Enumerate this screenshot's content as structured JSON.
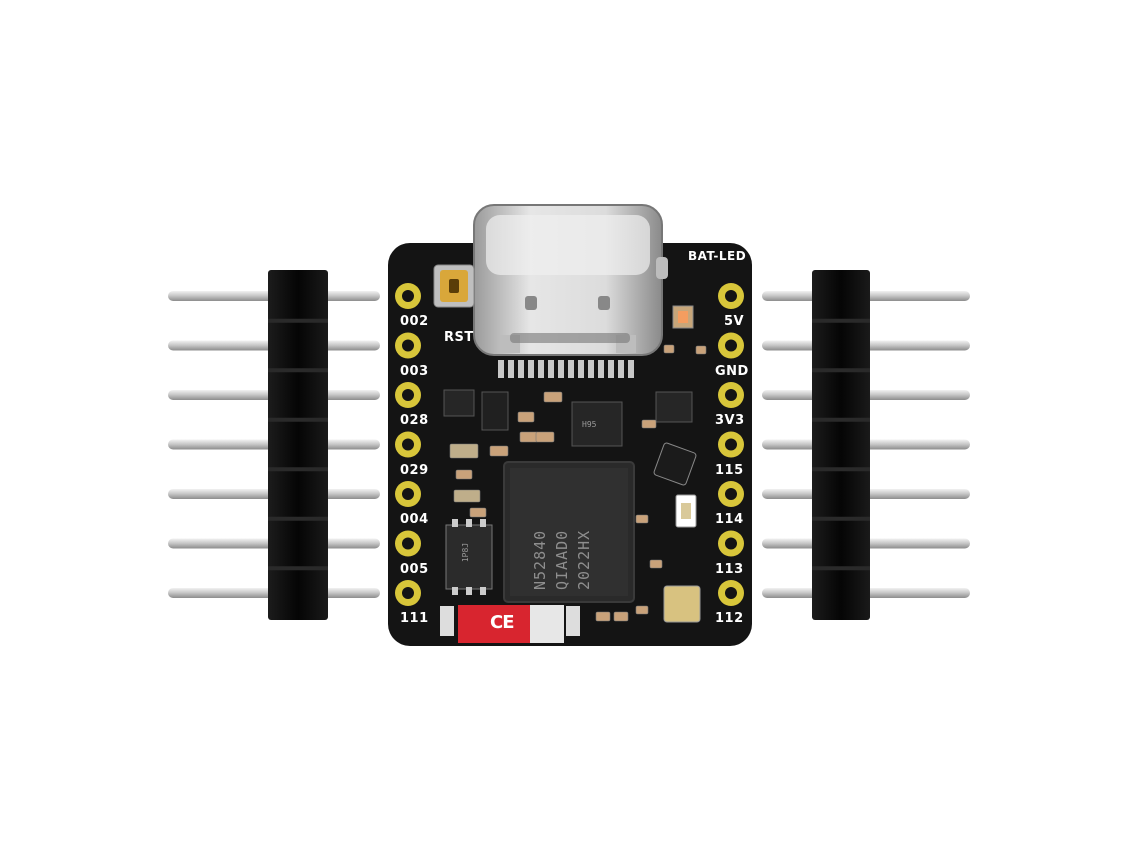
{
  "board": {
    "left_pins": [
      "002",
      "003",
      "028",
      "029",
      "004",
      "005",
      "111"
    ],
    "right_pins": [
      "5V",
      "GND",
      "3V3",
      "115",
      "114",
      "113",
      "112"
    ],
    "rst_label": "RST",
    "bat_led_label": "BAT-LED",
    "chip_lines": [
      "N52840",
      "QIAAD0",
      "2022HX"
    ],
    "regulator_marking": "1P8J",
    "ic_marking": "H95",
    "ce_mark": "CE"
  },
  "colors": {
    "pcb": "#141414",
    "pad_gold": "#d8c63a",
    "header_plastic": "#0c0c0c",
    "pin_metal": "#c9c9c9",
    "ce_red": "#d8252f"
  },
  "pin_count_per_header": 7
}
